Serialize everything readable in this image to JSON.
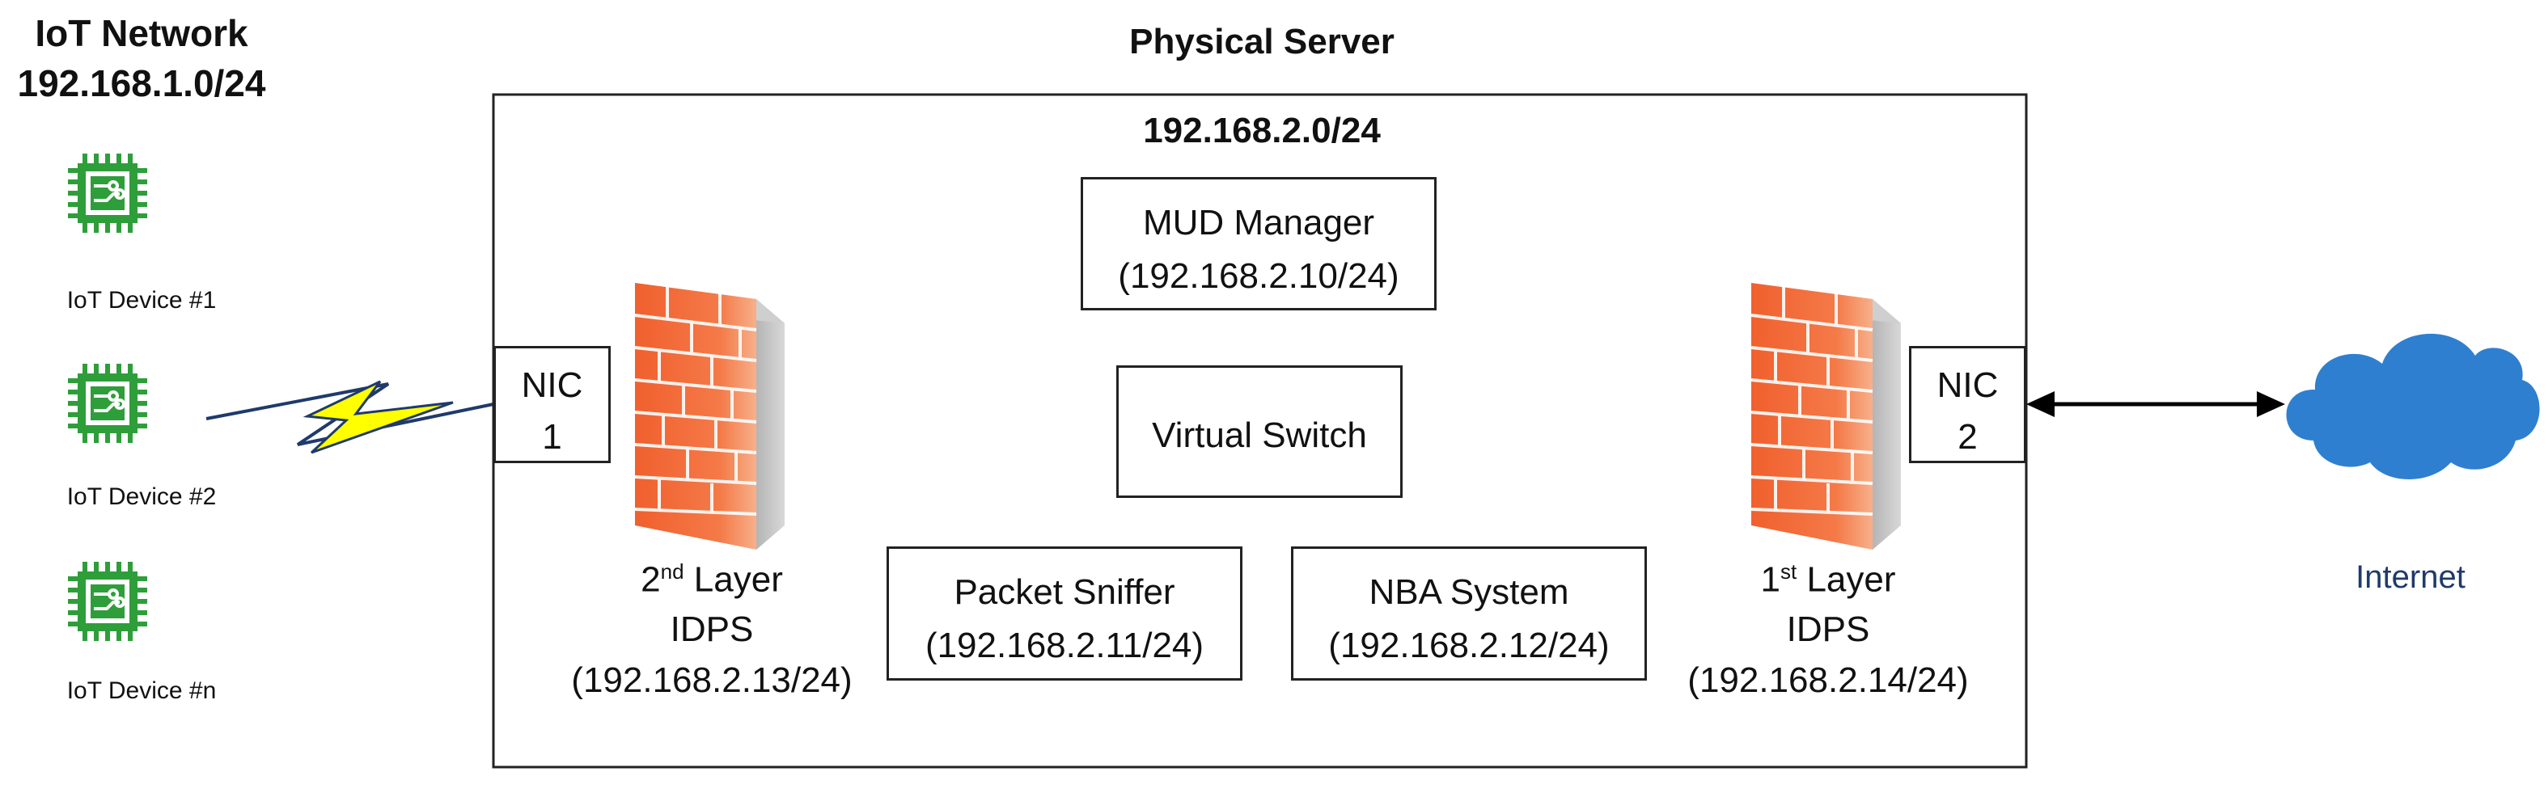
{
  "iot_network": {
    "title": "IoT Network",
    "subnet": "192.168.1.0/24"
  },
  "devices": [
    {
      "label": "IoT Device #1"
    },
    {
      "label": "IoT Device #2"
    },
    {
      "label": "IoT Device #n"
    }
  ],
  "server": {
    "title": "Physical Server",
    "subnet": "192.168.2.0/24",
    "nic1": {
      "line1": "NIC",
      "line2": "1"
    },
    "nic2": {
      "line1": "NIC",
      "line2": "2"
    },
    "mud_manager": {
      "name": "MUD Manager",
      "ip": "(192.168.2.10/24)"
    },
    "virtual_switch": {
      "name": "Virtual Switch"
    },
    "packet_sniffer": {
      "name": "Packet Sniffer",
      "ip": "(192.168.2.11/24)"
    },
    "nba_system": {
      "name": "NBA System",
      "ip": "(192.168.2.12/24)"
    },
    "idps2": {
      "ordinal": "2",
      "suffix": "nd",
      "word": "Layer",
      "name": "IDPS",
      "ip": "(192.168.2.13/24)"
    },
    "idps1": {
      "ordinal": "1",
      "suffix": "st",
      "word": "Layer",
      "name": "IDPS",
      "ip": "(192.168.2.14/24)"
    }
  },
  "internet": {
    "label": "Internet"
  },
  "colors": {
    "chip_green": "#2e9e3a",
    "firewall_orange": "#f26b3a",
    "cloud_blue": "#2f7fd0",
    "lightning_yellow": "#ffff00",
    "internet_text": "#1f3a6b"
  }
}
